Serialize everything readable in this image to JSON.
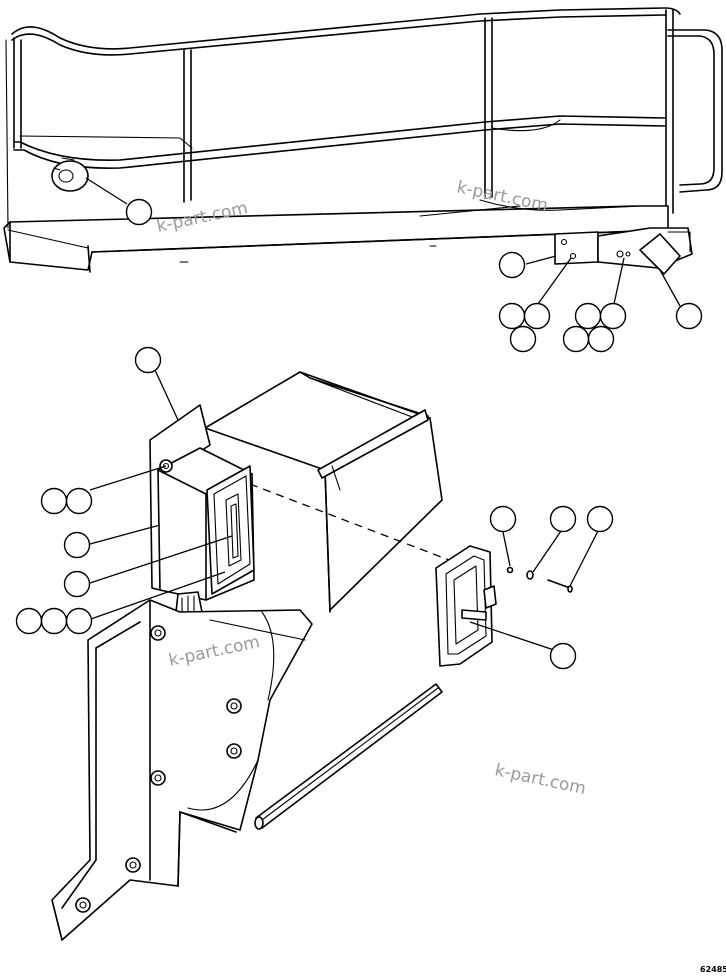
{
  "figure_code": "62485",
  "watermark_text": "k-part.com",
  "watermarks": [
    "k-part.com",
    "k-part.com",
    "k-part.com",
    "k-part.com"
  ],
  "callouts": [
    "",
    "",
    "",
    "",
    "",
    "",
    "",
    "",
    "",
    "",
    "",
    "",
    "",
    "",
    "",
    "",
    "",
    "",
    "",
    "",
    "",
    "",
    "",
    "",
    ""
  ]
}
